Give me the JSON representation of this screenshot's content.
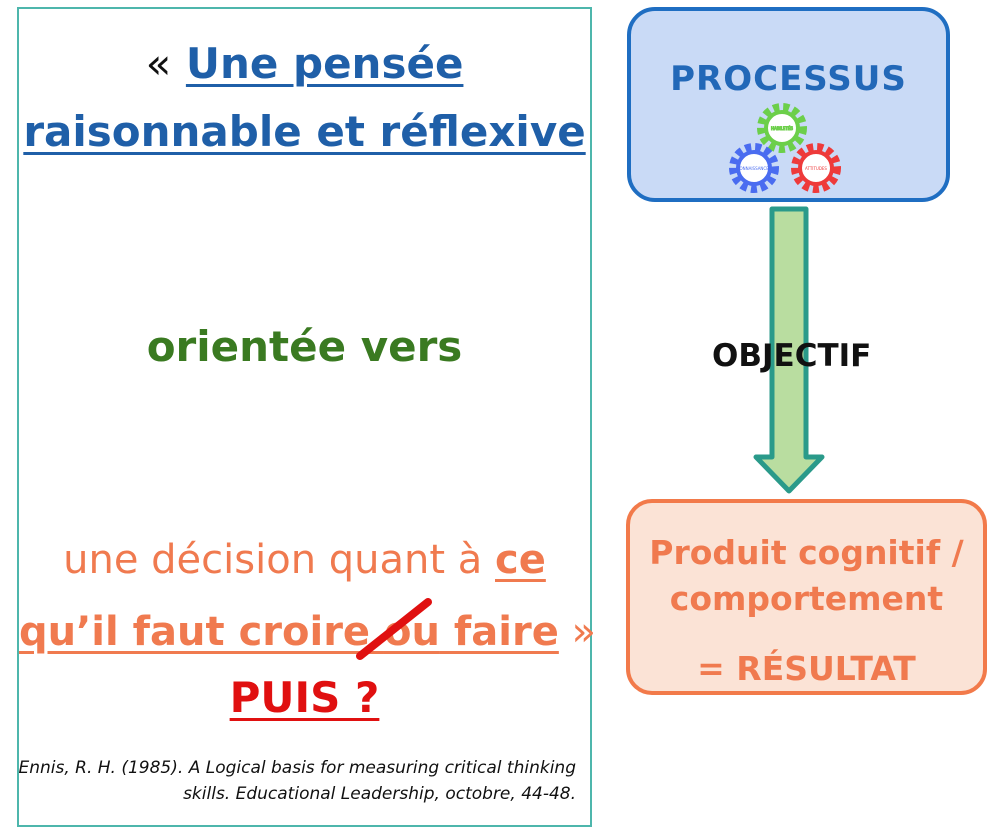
{
  "definition": {
    "open_quote": "«",
    "line1": "Une pensée",
    "line2": "raisonnable et réflexive",
    "oriented": "orientée vers",
    "decision_plain": "une décision quant à ",
    "decision_ce": "ce",
    "decision_line2_a": "qu’il faut croire ",
    "decision_line2_struck": "ou",
    "decision_line2_b": " faire",
    "close_quote": " »",
    "puis": "PUIS ?"
  },
  "citation": {
    "line1": "Ennis, R. H. (1985). A Logical basis for measuring critical thinking",
    "line2": "skills. Educational Leadership, octobre, 44-48."
  },
  "process": {
    "title": "PROCESSUS",
    "gear_labels": [
      "CONNAISSANCES",
      "HABILETÉS",
      "ATTITUDES"
    ]
  },
  "arrow": {
    "label": "OBJECTIF"
  },
  "result": {
    "line1": "Produit cognitif /",
    "line2": "comportement",
    "line3": "= RÉSULTAT"
  },
  "colors": {
    "blue": "#1f5fa8",
    "green": "#3a7a21",
    "orange": "#f07a4f",
    "red": "#e01010",
    "teal_border": "#4db6ac",
    "process_fill": "#c9daf6",
    "process_border": "#1f6ec2",
    "result_fill": "#fbe3d6",
    "result_border": "#f27a4a",
    "arrow_fill": "#b9dda0",
    "arrow_stroke": "#2a9a8a"
  }
}
